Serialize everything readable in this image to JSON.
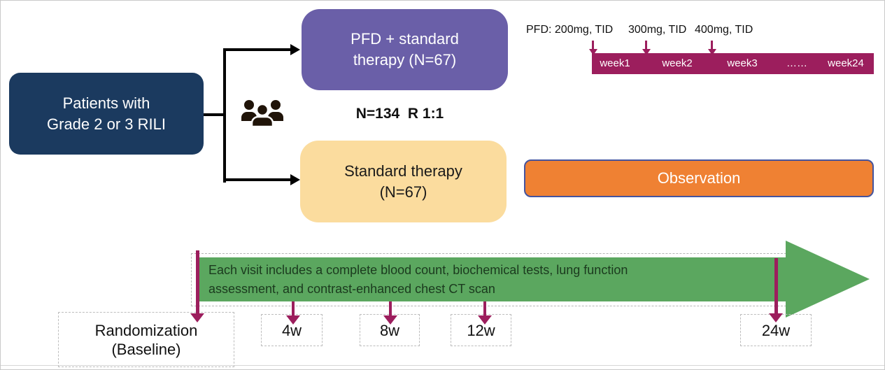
{
  "patients_box": {
    "line1": "Patients with",
    "line2": "Grade 2 or 3 RILI"
  },
  "arms": {
    "pfd": {
      "line1": "PFD + standard",
      "line2": "therapy (N=67)"
    },
    "standard": {
      "line1": "Standard therapy",
      "line2": "(N=67)"
    }
  },
  "allocation": {
    "label": "N=134  R 1:1"
  },
  "dosing": {
    "labels": [
      "PFD: 200mg, TID",
      "300mg, TID",
      "400mg, TID"
    ]
  },
  "week_bar": {
    "labels": [
      "week1",
      "week2",
      "week3",
      "……",
      "week24"
    ]
  },
  "observation": {
    "label": "Observation"
  },
  "visit_note": {
    "line1": "Each visit includes a complete blood count, biochemical tests, lung function",
    "line2": "assessment, and contrast-enhanced chest CT scan"
  },
  "timeline": {
    "baseline": {
      "line1": "Randomization",
      "line2": "(Baseline)"
    },
    "visits": [
      "4w",
      "8w",
      "12w",
      "24w"
    ]
  },
  "colors": {
    "navy": "#1b3a5f",
    "purple": "#6a5fa8",
    "yellow": "#fbdc9e",
    "orange": "#ef8133",
    "orange_border": "#44549e",
    "maroon": "#9c1e5d",
    "green": "#5ba75f",
    "icon_dark": "#201409"
  }
}
